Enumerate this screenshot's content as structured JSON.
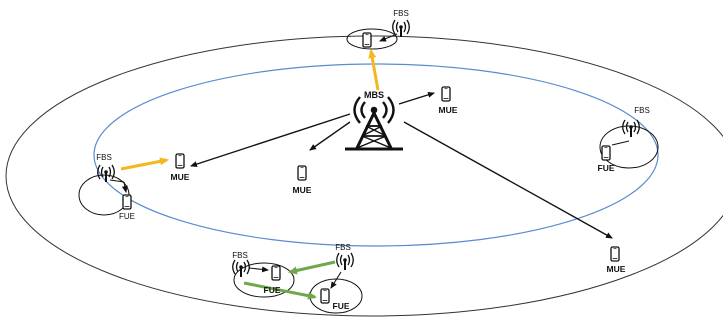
{
  "labels": {
    "mbs": "MBS",
    "fbs_top": "FBS",
    "fbs_left": "FBS",
    "fbs_right": "FBS",
    "fbs_bottom_left": "FBS",
    "fbs_bottom_mid": "FBS",
    "mue_left": "MUE",
    "mue_top_right": "MUE",
    "mue_center": "MUE",
    "mue_far_right": "MUE",
    "fue_left": "FUE",
    "fue_right": "FUE",
    "fue_bottom_left": "FUE",
    "fue_bottom_right": "FUE"
  },
  "colors": {
    "outer_ellipse": "#333333",
    "inner_ellipse": "#5b8bd0",
    "black_link": "#111111",
    "interference_yellow": "#f2b81c",
    "interference_green": "#6fa84c"
  },
  "icons": {
    "macro_tower": "macro-tower-icon",
    "femto_antenna": "femto-antenna-icon",
    "phone": "phone-icon"
  }
}
